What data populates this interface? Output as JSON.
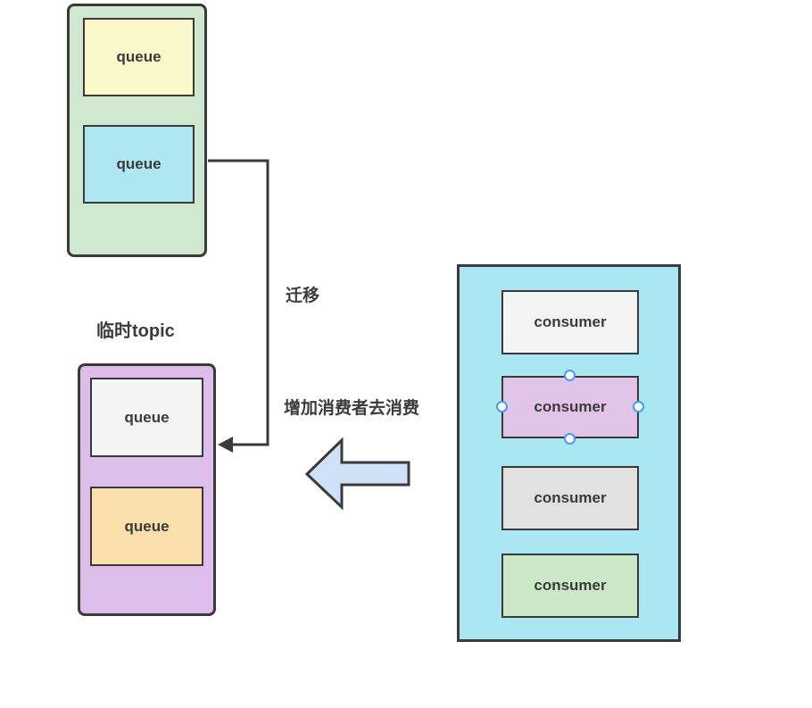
{
  "source_topic": {
    "color": "#cfe8cf",
    "queues": [
      {
        "label": "queue",
        "color": "#fbf8cc"
      },
      {
        "label": "queue",
        "color": "#aee6f2"
      }
    ]
  },
  "temp_topic": {
    "title": "临时topic",
    "color": "#ddbde9",
    "queues": [
      {
        "label": "queue",
        "color": "#f4f4f4"
      },
      {
        "label": "queue",
        "color": "#fbdfad"
      }
    ]
  },
  "consumer_group": {
    "color": "#aae7f2",
    "consumers": [
      {
        "label": "consumer",
        "color": "#f4f4f4",
        "selected": false
      },
      {
        "label": "consumer",
        "color": "#e2c4e8",
        "selected": true
      },
      {
        "label": "consumer",
        "color": "#e1e1e1",
        "selected": false
      },
      {
        "label": "consumer",
        "color": "#cde8c8",
        "selected": false
      }
    ]
  },
  "annotations": {
    "migrate": "迁移",
    "add_consumers": "增加消费者去消费"
  },
  "colors": {
    "stroke": "#3a3a3a",
    "text": "#3b3b3b",
    "block_arrow_fill": "#cde1f7",
    "selection_handle": "#3f9ef2"
  }
}
